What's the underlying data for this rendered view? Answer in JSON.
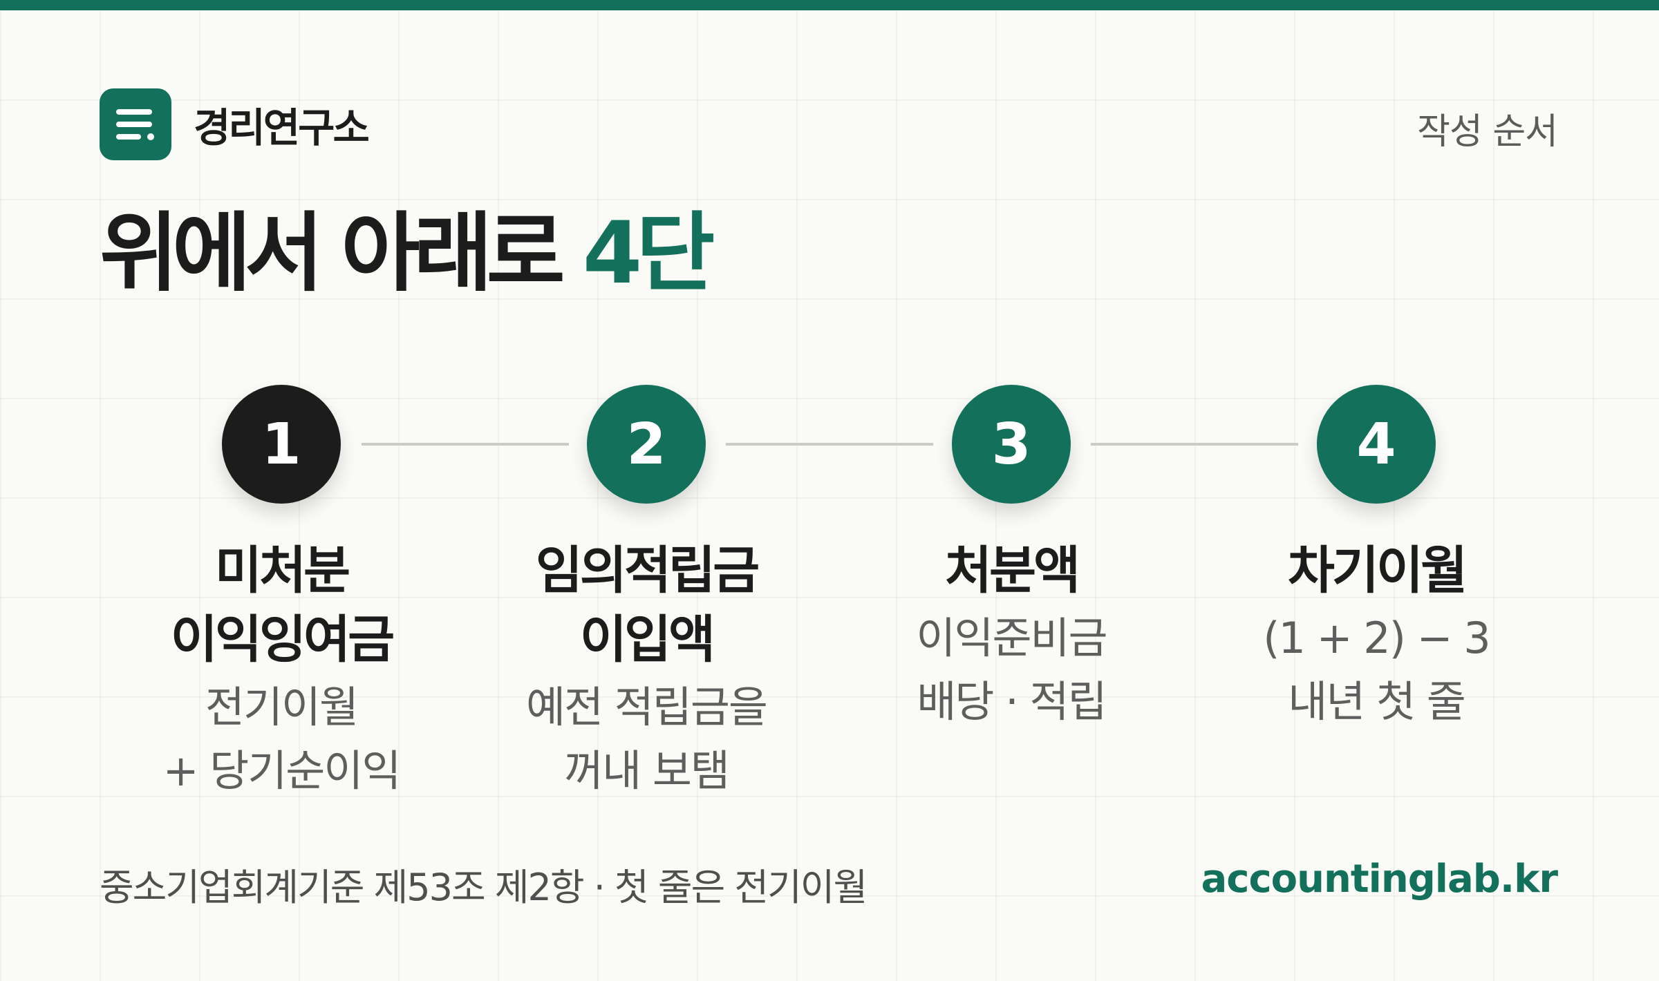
{
  "brand": {
    "name": "경리연구소",
    "logo_icon": "note-lines-icon",
    "color": "#13705a"
  },
  "header": {
    "right_label": "작성 순서"
  },
  "headline": {
    "text": "위에서 아래로",
    "accent": "4단"
  },
  "steps": [
    {
      "number": "1",
      "title": [
        "미처분",
        "이익잉여금"
      ],
      "desc": [
        "전기이월",
        "+ 당기순이익"
      ],
      "color": "#1c1c1c"
    },
    {
      "number": "2",
      "title": [
        "임의적립금",
        "이입액"
      ],
      "desc": [
        "예전 적립금을",
        "꺼내 보탬"
      ],
      "color": "#13705a"
    },
    {
      "number": "3",
      "title": [
        "처분액"
      ],
      "desc": [
        "이익준비금",
        "배당 · 적립"
      ],
      "color": "#13705a"
    },
    {
      "number": "4",
      "title": [
        "차기이월"
      ],
      "desc": [
        "(1 + 2) − 3",
        "내년 첫 줄"
      ],
      "color": "#13705a"
    }
  ],
  "footer": {
    "note": "중소기업회계기준 제53조 제2항 · 첫 줄은 전기이월",
    "site": "accountinglab.kr"
  }
}
